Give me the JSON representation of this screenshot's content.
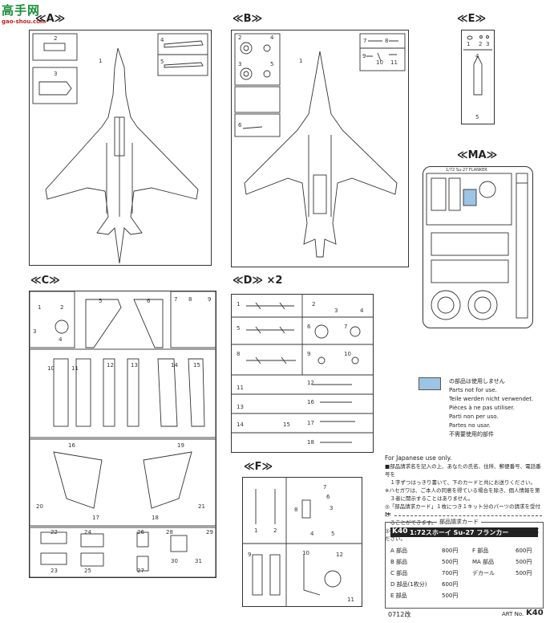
{
  "watermark": {
    "brand": "高手网",
    "url": "gao-shou.com"
  },
  "frames": {
    "a": {
      "label": "≪A≫"
    },
    "b": {
      "label": "≪B≫"
    },
    "c": {
      "label": "≪C≫"
    },
    "d": {
      "label": "≪D≫ ×2"
    },
    "e": {
      "label": "≪E≫"
    },
    "f": {
      "label": "≪F≫"
    },
    "ma": {
      "label": "≪MA≫",
      "fret_title": "1/72 Su-27 FLANKER"
    }
  },
  "part_numbers": {
    "a": [
      "1",
      "2",
      "3",
      "4",
      "5"
    ],
    "b": [
      "1",
      "2",
      "3",
      "4",
      "5",
      "6",
      "7",
      "8",
      "9",
      "10",
      "11"
    ],
    "c": [
      "1",
      "2",
      "3",
      "4",
      "5",
      "6",
      "7",
      "8",
      "9",
      "10",
      "11",
      "12",
      "13",
      "14",
      "15",
      "16",
      "17",
      "18",
      "19",
      "20",
      "21",
      "22",
      "23",
      "24",
      "25",
      "26",
      "27",
      "28",
      "29",
      "30",
      "31"
    ],
    "d": [
      "1",
      "2",
      "3",
      "4",
      "5",
      "6",
      "7",
      "8",
      "9",
      "10",
      "11",
      "12",
      "13",
      "14",
      "15",
      "16",
      "17",
      "18"
    ],
    "e": [
      "1",
      "2",
      "3",
      "4",
      "5"
    ],
    "f": [
      "1",
      "2",
      "3",
      "4",
      "5",
      "6",
      "7",
      "8",
      "9",
      "10",
      "11",
      "12"
    ]
  },
  "legend": {
    "swatch_color": "#9cc4e4",
    "lines": [
      "の部品は使用しません",
      "Parts not for use.",
      "Teile werden nicht verwendet.",
      "Pièces à ne pas utiliser.",
      "Parti non per uso.",
      "Partes no usar.",
      "不需要使用的部件"
    ]
  },
  "japanese_note": {
    "heading": "For Japanese use only.",
    "lines": [
      "■部品請求名を記入の上、あなたの氏名、住所、郵便番号、電話番号を",
      "　１字ずつはっきり書いて、下のカードと共にお送りください。",
      "※ハセガワは、ご本人の同意を得ている場合を除き、個人情報を第",
      "　３者に開示することはありません。",
      "◎「部品請求カード」１枚につき１キット分のパーツの請求を受付け",
      "　ることができます。",
      "◎不足の部品は予告なしに変更する場合がありますので、ご了承ください。"
    ]
  },
  "order_card": {
    "header": "部品請求カード",
    "kit_code": "K40",
    "kit_title": "1:72スホーイ Su-27 フランカー",
    "rows_left": [
      {
        "label": "A 部品",
        "price": "800円"
      },
      {
        "label": "B 部品",
        "price": "500円"
      },
      {
        "label": "C 部品",
        "price": "700円"
      },
      {
        "label": "D 部品(1枚分)",
        "price": "600円"
      },
      {
        "label": "E 部品",
        "price": "500円"
      }
    ],
    "rows_right": [
      {
        "label": "F 部品",
        "price": "600円"
      },
      {
        "label": "MA 部品",
        "price": "500円"
      },
      {
        "label": "デカール",
        "price": "500円"
      }
    ]
  },
  "footer": {
    "date_code": "0712改",
    "art_label": "ART No.",
    "art_value": "K40"
  }
}
